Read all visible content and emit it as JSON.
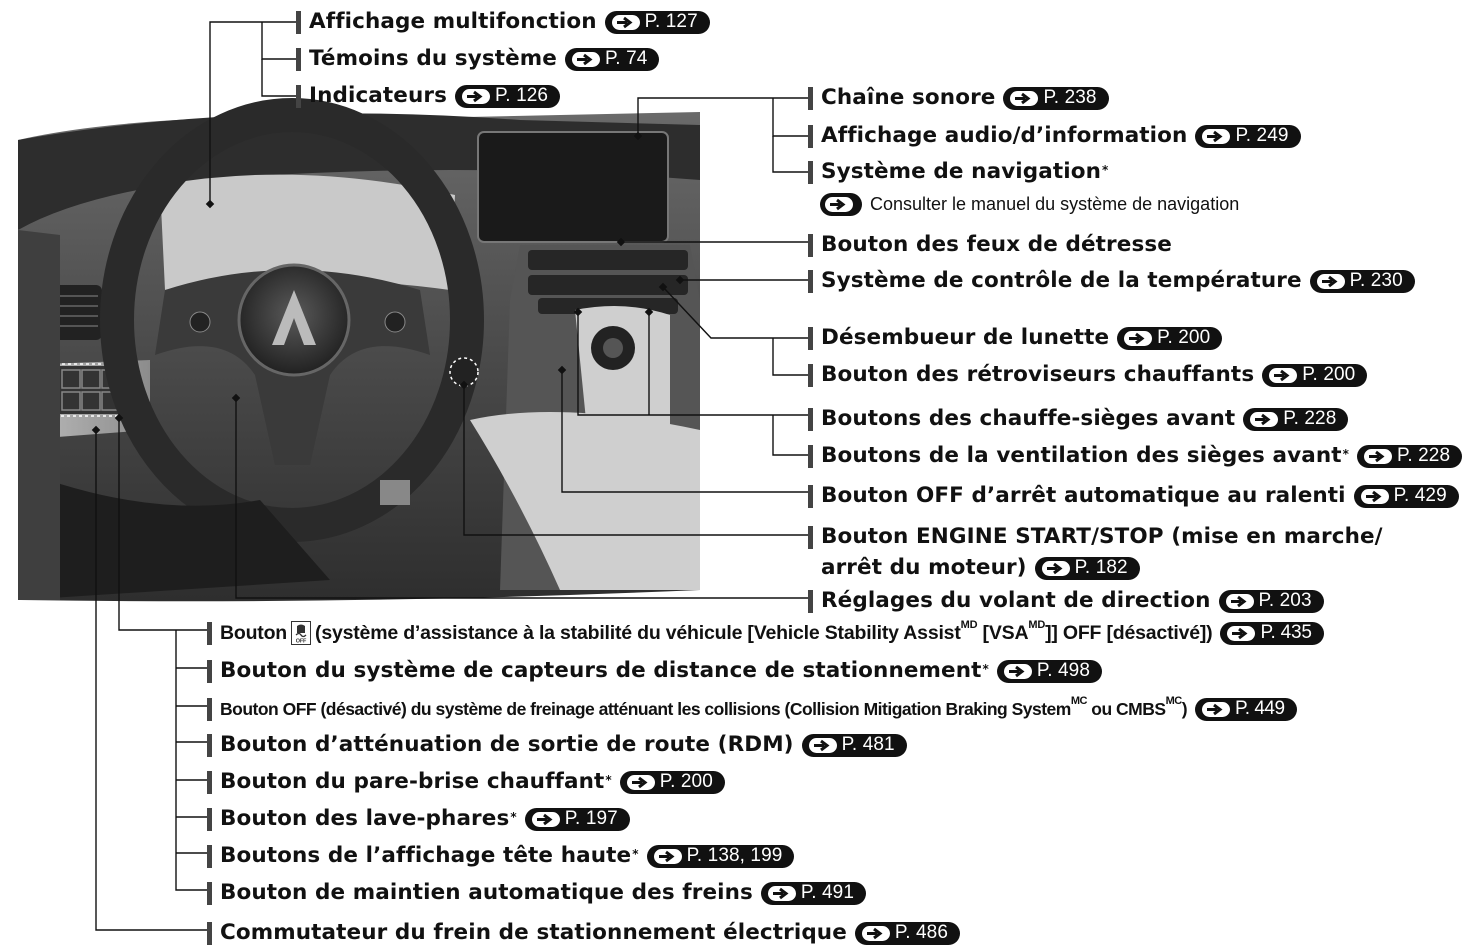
{
  "ref_prefix": "P.",
  "callouts": {
    "multi_display": {
      "label": "Affichage multifonction",
      "page": "127"
    },
    "system_indicators": {
      "label": "Témoins du système",
      "page": "74"
    },
    "gauges": {
      "label": "Indicateurs",
      "page": "126"
    },
    "audio": {
      "label": "Chaîne sonore",
      "page": "238"
    },
    "audio_info_display": {
      "label": "Affichage audio/d’information",
      "page": "249"
    },
    "navigation": {
      "label": "Système de navigation",
      "note_text": "Consulter le manuel du système de navigation"
    },
    "hazard": {
      "label": "Bouton des feux de détresse"
    },
    "climate": {
      "label": "Système de contrôle de la température",
      "page": "230"
    },
    "rear_defrost": {
      "label": "Désembueur de lunette",
      "page": "200"
    },
    "heated_mirrors": {
      "label": "Bouton des rétroviseurs chauffants",
      "page": "200"
    },
    "heated_seats": {
      "label": "Boutons des chauffe-sièges avant",
      "page": "228"
    },
    "ventilated_seats": {
      "label": "Boutons de la ventilation des sièges avant",
      "page": "228"
    },
    "auto_idle_stop": {
      "label": "Bouton OFF d’arrêt automatique au ralenti",
      "page": "429"
    },
    "engine_start_line1": {
      "label": "Bouton ENGINE START/STOP (mise en marche/"
    },
    "engine_start_line2": {
      "label": "arrêt du moteur)",
      "page": "182"
    },
    "steering_adjust": {
      "label": "Réglages du volant de direction",
      "page": "203"
    },
    "vsa": {
      "label_before": "Bouton",
      "label_after": "(système d’assistance à la stabilité du véhicule [Vehicle Stability Assist",
      "md1": "MD",
      "mid": " [VSA",
      "md2": "MD",
      "label_end": "]] OFF [désactivé])",
      "page": "435"
    },
    "parking_sensor": {
      "label": "Bouton du système de capteurs de distance de stationnement",
      "page": "498"
    },
    "cmbs": {
      "label": "Bouton OFF (désactivé) du système de freinage atténuant les collisions (Collision Mitigation Braking System",
      "mc1": "MC",
      "mid": " ou CMBS",
      "mc2": "MC",
      "end": ")",
      "page": "449"
    },
    "rdm": {
      "label": "Bouton d’atténuation de sortie de route (RDM)",
      "page": "481"
    },
    "heated_windshield": {
      "label": "Bouton du pare-brise chauffant",
      "page": "200"
    },
    "headlight_washer": {
      "label": "Bouton des lave-phares",
      "page": "197"
    },
    "hud": {
      "label": "Boutons de l’affichage tête haute",
      "page": "138, 199"
    },
    "auto_brake_hold": {
      "label": "Bouton de maintien automatique des freins",
      "page": "491"
    },
    "parking_brake": {
      "label": "Commutateur du frein de stationnement électrique",
      "page": "486"
    }
  },
  "asterisk": "*",
  "colors": {
    "text": "#111111",
    "badge": "#111111",
    "leader": "#111111",
    "photo_dark": "#3a3a3a"
  }
}
